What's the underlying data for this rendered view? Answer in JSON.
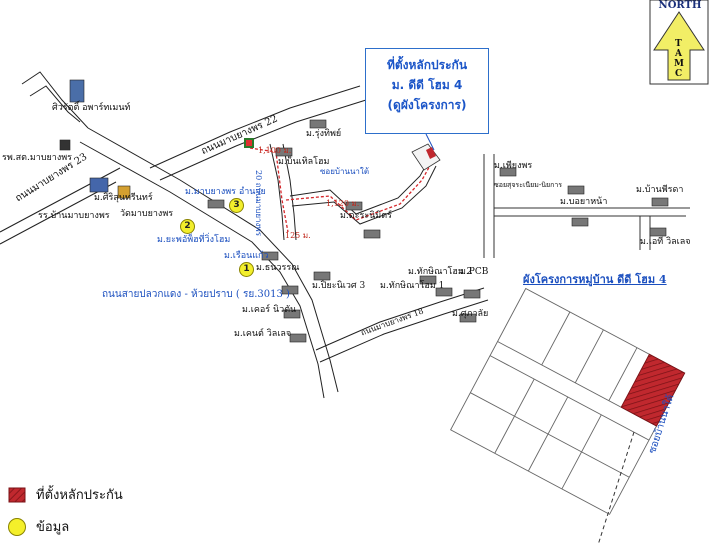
{
  "north": {
    "top": "NORTH",
    "letters": [
      "T",
      "A",
      "M",
      "C"
    ]
  },
  "title": {
    "line1": "ที่ตั้งหลักประกัน",
    "line2": "ม. ดีดี โฮม 4",
    "line3": "(ดูผังโครงการ)"
  },
  "roads": {
    "r23": "ถนนมาบยางพร 23",
    "r22": "ถนนมาบยางพร 22",
    "r18": "ถนนมาบยางพร 18",
    "main": "ถนนสายปลวกแดง - ห้วยปราบ  ( รย.3013 )",
    "soi_vertical": "ซอยบ้านนาใต้",
    "soi_vertical2": "20 ถนนมาบยางพร",
    "soi_plan": "ซอยบ้านนาใต้"
  },
  "distances": {
    "d1": "1,100 ม.",
    "d2": "1,120 ม.",
    "d3": "125 ม."
  },
  "places": [
    "ศิวรัตติ์ อพาร์ทเมนท์",
    "รพ.สต.มาบยางพร",
    "ม.ศิริสุนทรีนทร์",
    "รร.บ้านมาบยางพร",
    "วัดมาบยางพร",
    "ม.รุ่งทิพย์",
    "ม.บ็นเทิลโฮม",
    "ม.มาบยางพร อำนวย",
    "ม.ดะระนิมิตร์",
    "ม.ยะพอัพ็ฮที่วิ่งโฮม",
    "ม.เรือนแก้ว",
    "ม.ธนวรรณ",
    "ม.ปิยะนิเวศ 3",
    "ม.เคอร์ นิวตัน",
    "ม.เคนต์ วิลเลจ",
    "ม.ทักษิณาโฮม 2",
    "ม.ทักษิณาโฮม 1",
    "ม.PCB",
    "ม.ศุภาลัย",
    "ม.เพียงพร",
    "ซอยสุจระเนียม-นิยการ",
    "ม.บอยาหน้า",
    "ม.บ้านพีรดา",
    "ม.เอที วิลเลจ"
  ],
  "markers": [
    "1",
    "2",
    "3"
  ],
  "plan_title": "ผังโครงการหมู่บ้าน ดีดี โฮม 4",
  "legend": {
    "collateral": "ที่ตั้งหลักประกัน",
    "info": "ข้อมูล"
  },
  "colors": {
    "collateral": "#c0282e",
    "info": "#f4ef2a",
    "route": "#d4262a",
    "label_blue": "#1b4fbf"
  }
}
